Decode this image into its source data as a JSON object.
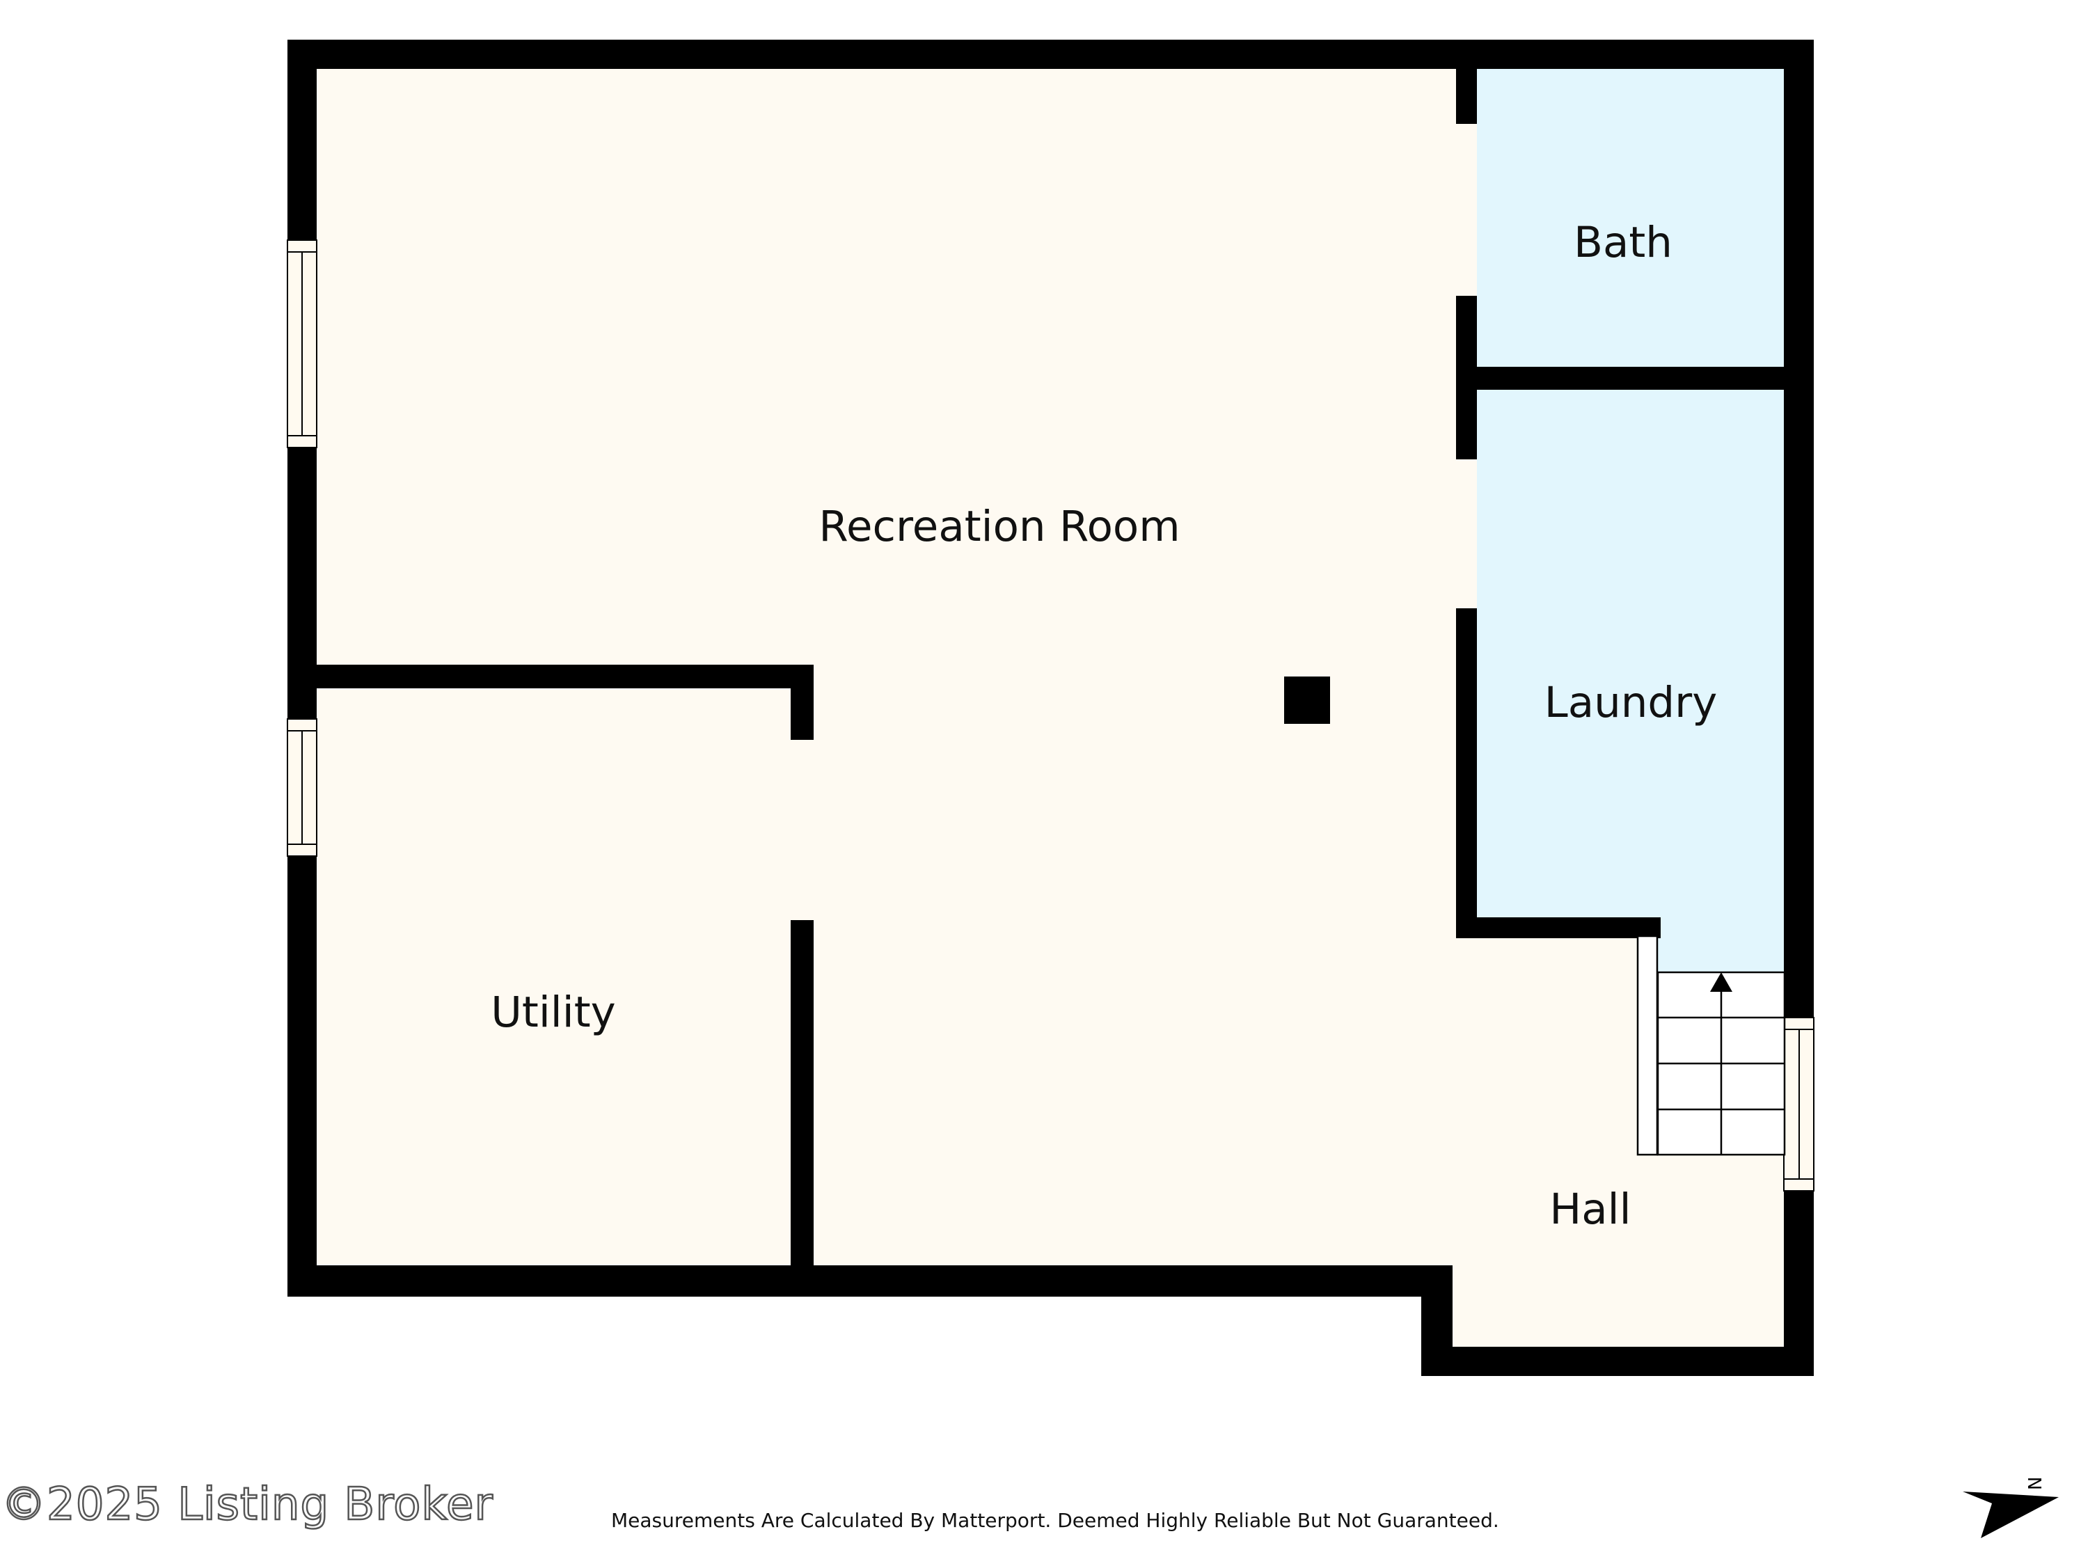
{
  "colors": {
    "wall": "#000000",
    "room_fill": "#fefaf2",
    "wet_room_fill": "#e2f6fd",
    "window": "#fffaf0"
  },
  "rooms": {
    "recreation": "Recreation Room",
    "bath": "Bath",
    "laundry": "Laundry",
    "utility": "Utility",
    "hall": "Hall"
  },
  "footer": {
    "disclaimer": "Measurements Are Calculated By Matterport. Deemed Highly Reliable But Not Guaranteed.",
    "copyright": "©2025 Listing Broker"
  },
  "icons": {
    "compass": "north-arrow-icon",
    "stairs": "stairs-up-icon",
    "column": "column-icon"
  },
  "compass_letter": "N"
}
